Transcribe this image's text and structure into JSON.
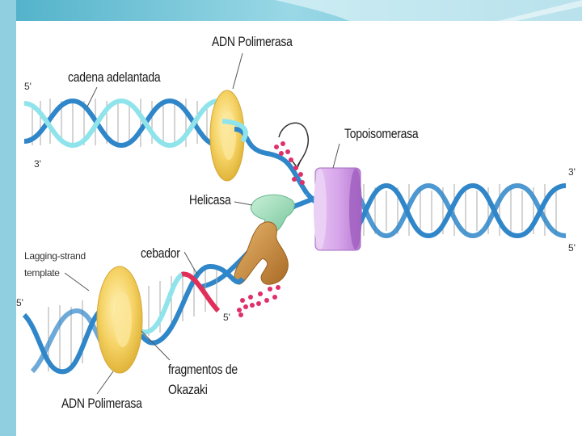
{
  "labels": {
    "polymerase_top": "ADN Polimerasa",
    "leading_strand": "cadena adelantada",
    "topoisomerase": "Topoisomerasa",
    "helicase": "Helicasa",
    "primer": "cebador",
    "lagging_template_line1": "Lagging-strand",
    "lagging_template_line2": "template",
    "okazaki_line1": "fragmentos de",
    "okazaki_line2": "Okazaki",
    "polymerase_bottom": "ADN Polimerasa"
  },
  "strand_ends": {
    "top_left_5": "5'",
    "top_left_3": "3'",
    "right_3": "3'",
    "right_5": "5'",
    "bottom_left_5": "5'",
    "okazaki_5": "5'"
  },
  "colors": {
    "dna_blue": "#2f86c9",
    "dna_light": "#8fd3ee",
    "new_strand_cyan": "#7de3ec",
    "primer_red": "#e0305a",
    "polymerase_yellow": "#f2c94c",
    "topoisomerase_purple": "#c98ee0",
    "helicase_green": "#9fdcb8",
    "primase_orange": "#c9893a",
    "dots_pink": "#e0306a",
    "slide_header": "#6fc4d6"
  }
}
